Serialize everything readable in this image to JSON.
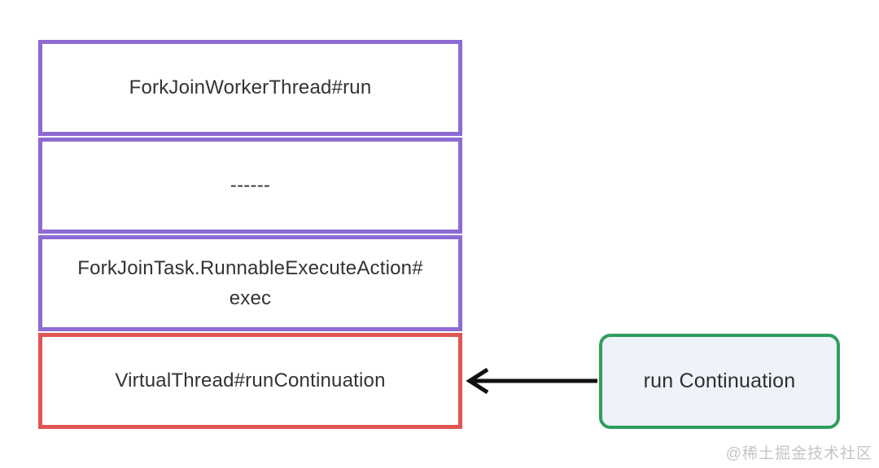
{
  "diagram": {
    "stack": {
      "frames": [
        {
          "label": "ForkJoinWorkerThread#run",
          "border_color": "#8d6bd3"
        },
        {
          "label": "------",
          "border_color": "#8d6bd3"
        },
        {
          "label": "ForkJoinTask.RunnableExecuteAction#\nexec",
          "border_color": "#8d6bd3"
        },
        {
          "label": "VirtualThread#runContinuation",
          "border_color": "#e05553"
        }
      ]
    },
    "arrow": {
      "color": "#111111",
      "direction": "left"
    },
    "annotation": {
      "label": "run Continuation",
      "border_color": "#2f9e5a",
      "background_color": "#eef2f9"
    },
    "watermark": "@稀土掘金技术社区"
  },
  "colors": {
    "text": "#333333",
    "background": "#ffffff",
    "watermark": "#c5c5c5"
  }
}
